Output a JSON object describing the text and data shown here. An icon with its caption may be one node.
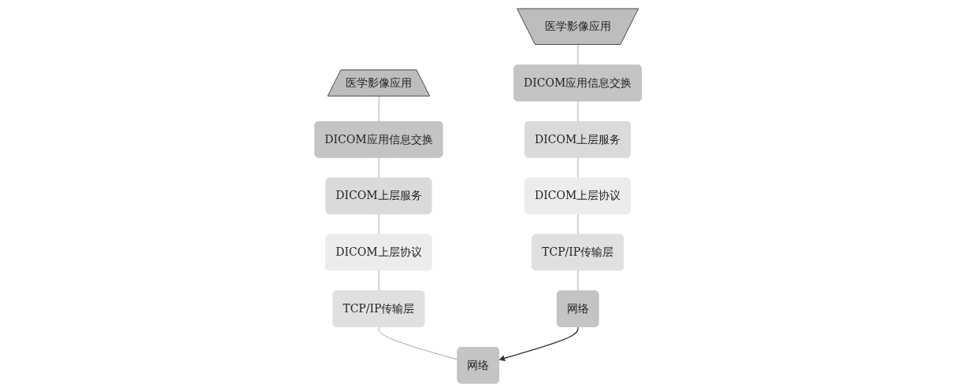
{
  "diagram": {
    "nodes": [
      {
        "text": [
          "医学影像应用"
        ]
      },
      {
        "text": [
          "DICOM应用信息交换"
        ]
      },
      {
        "text": [
          "DICOM上层服务"
        ]
      },
      {
        "text": [
          "DICOM上层协议"
        ]
      },
      {
        "text": [
          "TCP/IP传输层"
        ]
      },
      {
        "text": [
          "网络"
        ]
      },
      {
        "text": [
          "医学影像应用"
        ]
      },
      {
        "text": [
          "DICOM应用信息交换"
        ]
      },
      {
        "text": [
          "DICOM上层服务"
        ]
      },
      {
        "text": [
          "DICOM上层协议"
        ]
      },
      {
        "text": [
          "TCP/IP传输层"
        ]
      },
      {
        "text": [
          "网络"
        ]
      }
    ],
    "edges": [
      {
        "from": 0,
        "to": 1,
        "arrow": "none"
      },
      {
        "from": 1,
        "to": 2,
        "arrow": "none"
      },
      {
        "from": 2,
        "to": 3,
        "arrow": "none"
      },
      {
        "from": 3,
        "to": 4,
        "arrow": "none"
      },
      {
        "from": 4,
        "to": 5,
        "arrow": "none"
      },
      {
        "from": 6,
        "to": 7,
        "arrow": "none"
      },
      {
        "from": 7,
        "to": 8,
        "arrow": "none"
      },
      {
        "from": 8,
        "to": 9,
        "arrow": "none"
      },
      {
        "from": 9,
        "to": 10,
        "arrow": "none"
      },
      {
        "from": 10,
        "to": 11,
        "arrow": "none"
      },
      {
        "from": 5,
        "to": 11,
        "arrow": "to",
        "color": "#333333"
      }
    ]
  }
}
